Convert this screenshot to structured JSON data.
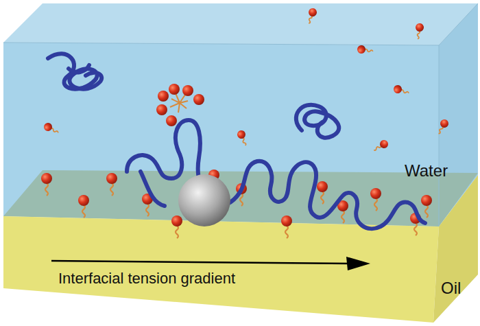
{
  "diagram": {
    "labels": [
      "Water",
      "Oil",
      "Interfacial tension gradient"
    ]
  }
}
